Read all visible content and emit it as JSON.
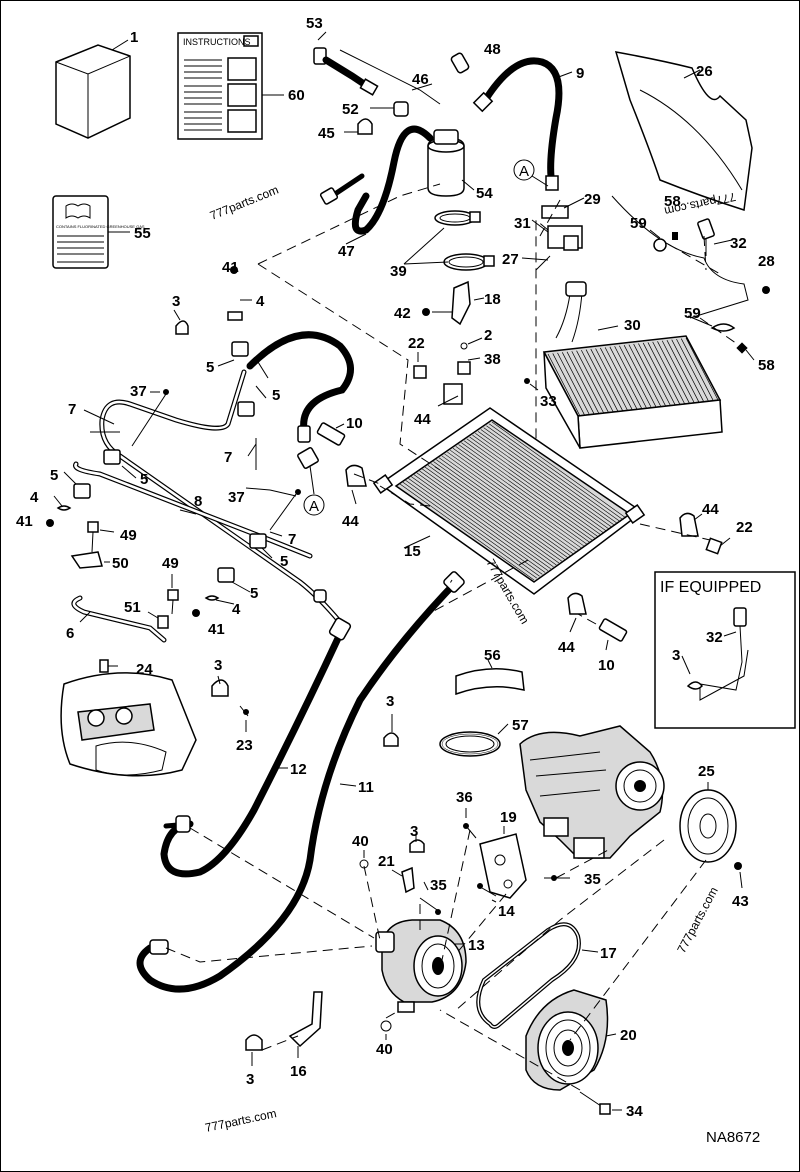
{
  "diagram": {
    "code": "NA8672",
    "watermarks": [
      "777parts.com",
      "777parts.com",
      "777parts.com",
      "777parts.com",
      "777parts.com"
    ],
    "if_equipped_label": "IF EQUIPPED",
    "instructions_title": "INSTRUCTIONS",
    "label_header": "CONTAINS FLUORINATED GREENHOUSE GAS",
    "callouts": {
      "c1": "1",
      "c60": "60",
      "c55": "55",
      "c53": "53",
      "c48": "48",
      "c46": "46",
      "c9": "9",
      "c26": "26",
      "c52": "52",
      "c45": "45",
      "c54": "54",
      "c47": "47",
      "c39": "39",
      "c29": "29",
      "c31": "31",
      "c27": "27",
      "c58a": "58",
      "c59a": "59",
      "c32a": "32",
      "c28": "28",
      "c41a": "41",
      "c4a": "4",
      "c3a": "3",
      "c5a": "5",
      "c42": "42",
      "c18": "18",
      "c2": "2",
      "c38": "38",
      "c22a": "22",
      "c30": "30",
      "c59b": "59",
      "c58b": "58",
      "c5b": "5",
      "c37a": "37",
      "c33": "33",
      "c44a": "44",
      "c7a": "7",
      "c10a": "10",
      "c5c": "5",
      "c7b": "7",
      "c5d": "5",
      "c37b": "37",
      "c4b": "4",
      "c41b": "41",
      "c49a": "49",
      "c8": "8",
      "c7c": "7",
      "c44b": "44",
      "c15": "15",
      "c44c": "44",
      "c22b": "22",
      "c50": "50",
      "c5e": "5",
      "c49b": "49",
      "c5f": "5",
      "c51": "51",
      "c4c": "4",
      "c41c": "41",
      "c6": "6",
      "c44d": "44",
      "c10b": "10",
      "c24": "24",
      "c3b": "3",
      "c56": "56",
      "c32b": "32",
      "c3c": "3",
      "c23": "23",
      "c3d": "3",
      "c57": "57",
      "c12": "12",
      "c11": "11",
      "c25": "25",
      "c36": "36",
      "c19": "19",
      "c40a": "40",
      "c3e": "3",
      "c21": "21",
      "c35a": "35",
      "c35b": "35",
      "c14": "14",
      "c43": "43",
      "c13": "13",
      "c17": "17",
      "c20": "20",
      "c40b": "40",
      "c3f": "3",
      "c16": "16",
      "c34": "34",
      "cA1": "A",
      "cA2": "A"
    }
  }
}
